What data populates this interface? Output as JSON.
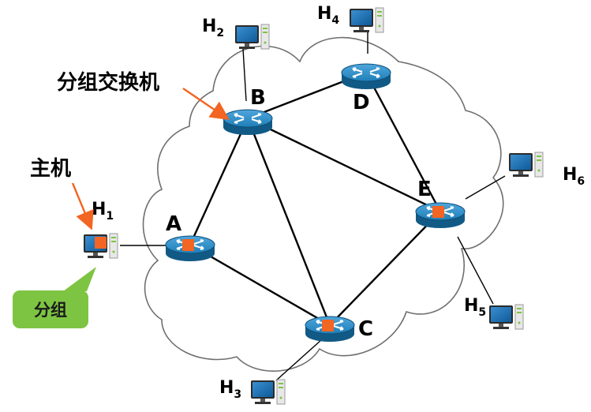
{
  "callouts": {
    "switch_label": "分组交换机",
    "host_label": "主机",
    "packet_label": "分组"
  },
  "routers": [
    {
      "id": "A",
      "label": "A",
      "has_packet": true
    },
    {
      "id": "B",
      "label": "B",
      "has_packet": false
    },
    {
      "id": "C",
      "label": "C",
      "has_packet": true
    },
    {
      "id": "D",
      "label": "D",
      "has_packet": false
    },
    {
      "id": "E",
      "label": "E",
      "has_packet": true
    }
  ],
  "hosts": [
    {
      "id": "H1",
      "letter": "H",
      "sub": "1",
      "has_packet": true,
      "attached_to": "A"
    },
    {
      "id": "H2",
      "letter": "H",
      "sub": "2",
      "has_packet": false,
      "attached_to": "B"
    },
    {
      "id": "H3",
      "letter": "H",
      "sub": "3",
      "has_packet": false,
      "attached_to": "C"
    },
    {
      "id": "H4",
      "letter": "H",
      "sub": "4",
      "has_packet": false,
      "attached_to": "D"
    },
    {
      "id": "H5",
      "letter": "H",
      "sub": "5",
      "has_packet": false,
      "attached_to": "E"
    },
    {
      "id": "H6",
      "letter": "H",
      "sub": "6",
      "has_packet": false,
      "attached_to": "E"
    }
  ],
  "links": [
    [
      "A",
      "B"
    ],
    [
      "A",
      "C"
    ],
    [
      "B",
      "C"
    ],
    [
      "B",
      "D"
    ],
    [
      "B",
      "E"
    ],
    [
      "D",
      "E"
    ],
    [
      "C",
      "E"
    ]
  ],
  "colors": {
    "cloud_stroke": "#6f6f6f",
    "router_body": "#1f7fb8",
    "router_dark": "#125a86",
    "packet": "#f26522",
    "callout_arrow": "#f26522",
    "packet_tag": "#7dc443",
    "link": "#000000"
  },
  "icons": {
    "router": "router-icon",
    "host": "computer-icon",
    "packet": "packet-square-icon"
  }
}
